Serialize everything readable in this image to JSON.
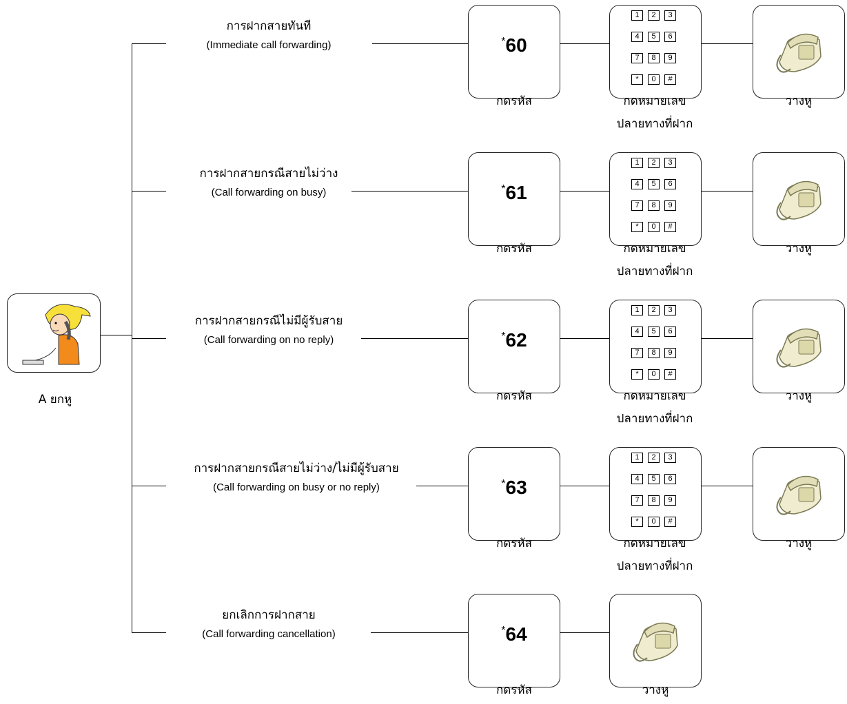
{
  "caller": {
    "label": "A ยกหู"
  },
  "captions": {
    "dial_code": "กดรหัส",
    "dial_number_line1": "กดหมายเลข",
    "dial_number_line2": "ปลายทางที่ฝาก",
    "hang_up": "วางหู"
  },
  "keypad_keys": [
    "1",
    "2",
    "3",
    "4",
    "5",
    "6",
    "7",
    "8",
    "9",
    "*",
    "0",
    "#"
  ],
  "rows": [
    {
      "thai": "การฝากสายทันที",
      "english": "(Immediate call forwarding)",
      "code": "60"
    },
    {
      "thai": "การฝากสายกรณีสายไม่ว่าง",
      "english": "(Call forwarding on busy)",
      "code": "61"
    },
    {
      "thai": "การฝากสายกรณีไม่มีผู้รับสาย",
      "english": "(Call forwarding on no reply)",
      "code": "62"
    },
    {
      "thai": "การฝากสายกรณีสายไม่ว่าง/ไม่มีผู้รับสาย",
      "english": "(Call forwarding on busy or no reply)",
      "code": "63"
    },
    {
      "thai": "ยกเลิกการฝากสาย",
      "english": "(Call forwarding cancellation)",
      "code": "64"
    }
  ],
  "code_prefix": "*",
  "icons": {
    "caller": "person-on-phone-icon",
    "phone": "desk-phone-icon",
    "keypad": "keypad-icon"
  }
}
